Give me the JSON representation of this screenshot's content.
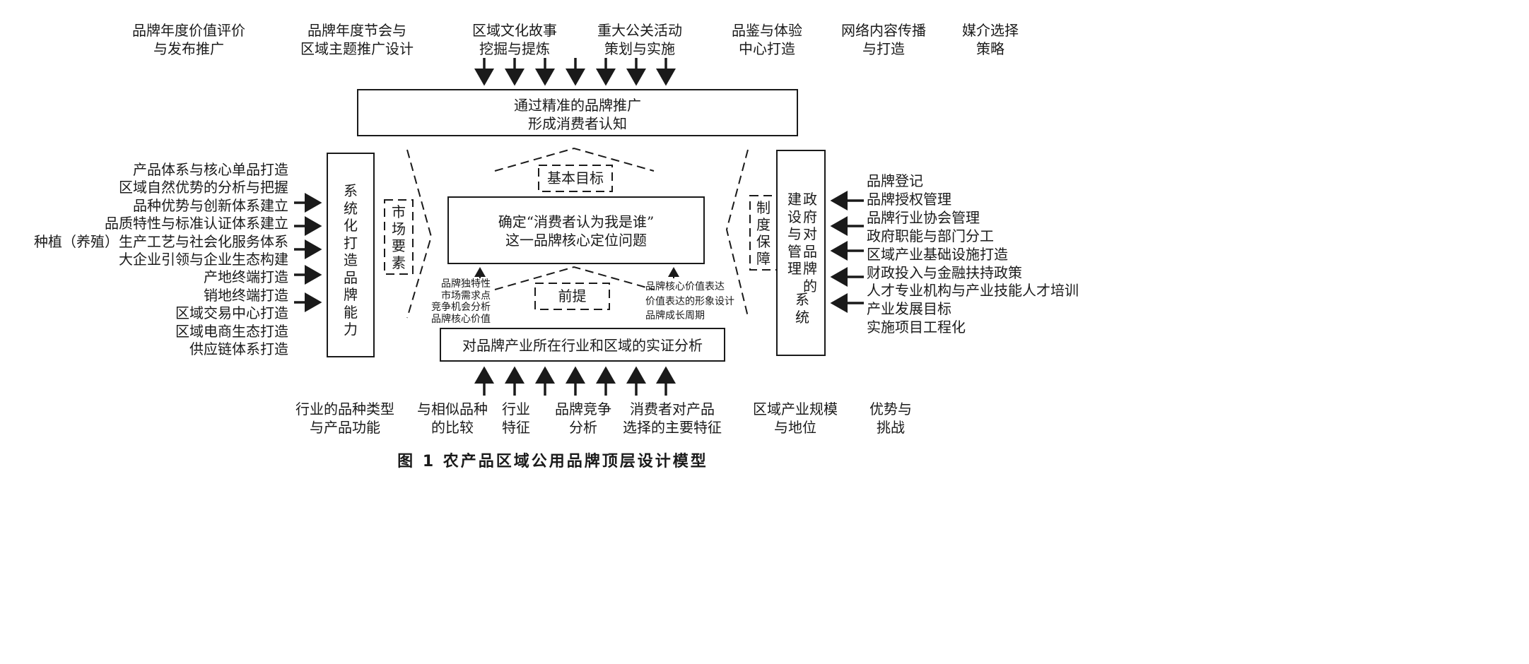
{
  "top_labels": [
    {
      "line1": "品牌年度价值评价",
      "line2": "与发布推广"
    },
    {
      "line1": "品牌年度节会与",
      "line2": "区域主题推广设计"
    },
    {
      "line1": "区域文化故事",
      "line2": "挖掘与提炼"
    },
    {
      "line1": "重大公关活动",
      "line2": "策划与实施"
    },
    {
      "line1": "品鉴与体验",
      "line2": "中心打造"
    },
    {
      "line1": "网络内容传播",
      "line2": "与打造"
    },
    {
      "line1": "媒介选择",
      "line2": "策略"
    }
  ],
  "top_box": {
    "line1": "通过精准的品牌推广",
    "line2": "形成消费者认知"
  },
  "left_items": [
    "产品体系与核心单品打造",
    "区域自然优势的分析与把握",
    "品种优势与创新体系建立",
    "品质特性与标准认证体系建立",
    "种植（养殖）生产工艺与社会化服务体系",
    "大企业引领与企业生态构建",
    "产地终端打造",
    "销地终端打造",
    "区域交易中心打造",
    "区域电商生态打造",
    "供应链体系打造"
  ],
  "left_box": "系统化打造品牌能力",
  "market_label": "市场要素",
  "goal_label": "基本目标",
  "center_box": {
    "line1": "确定“消费者认为我是谁”",
    "line2": "这一品牌核心定位问题"
  },
  "premise_label": "前提",
  "premise_left": [
    "品牌独特性",
    "市场需求点",
    "竞争机会分析",
    "品牌核心价值"
  ],
  "premise_right": [
    "品牌核心价值表达",
    "价值表达的形象设计",
    "品牌成长周期"
  ],
  "bottom_box": "对品牌产业所在行业和区域的实证分析",
  "system_label": "制度保障",
  "right_box": {
    "col1": "政府对品牌的",
    "col2": "建设与管理",
    "col3": "系统"
  },
  "right_items": [
    "品牌登记",
    "品牌授权管理",
    "品牌行业协会管理",
    "政府职能与部门分工",
    "区域产业基础设施打造",
    "财政投入与金融扶持政策",
    "人才专业机构与产业技能人才培训",
    "产业发展目标",
    "实施项目工程化"
  ],
  "bottom_labels": [
    {
      "line1": "行业的品种类型",
      "line2": "与产品功能"
    },
    {
      "line1": "与相似品种",
      "line2": "的比较"
    },
    {
      "line1": "行业",
      "line2": "特征"
    },
    {
      "line1": "品牌竞争",
      "line2": "分析"
    },
    {
      "line1": "消费者对产品",
      "line2": "选择的主要特征"
    },
    {
      "line1": "区域产业规模",
      "line2": "与地位"
    },
    {
      "line1": "优势与",
      "line2": "挑战"
    }
  ],
  "caption": "图 1   农产品区域公用品牌顶层设计模型"
}
